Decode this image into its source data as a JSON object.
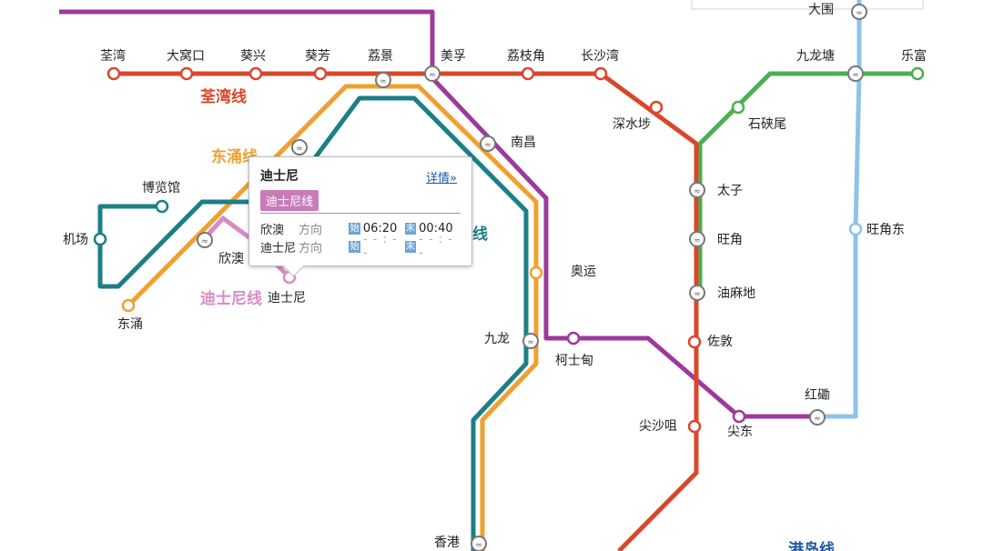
{
  "colors": {
    "tsuen_wan": "#d9472b",
    "kwun_tong": "#4caf50",
    "tung_chung": "#f0a030",
    "airport_express": "#1b7f86",
    "disneyland": "#d98ac6",
    "tseung_kwan_o": "#9c3a9c",
    "east_rail": "#8ec3e8"
  },
  "line_labels": {
    "tsuen_wan": "荃湾线",
    "tung_chung": "东涌线",
    "disneyland": "迪士尼线",
    "airport_express_partial": "线",
    "island_partial": "港岛线"
  },
  "stations": {
    "tsuen_wan": "荃湾",
    "tai_wo_hau": "大窝口",
    "kwai_hing": "葵兴",
    "kwai_fong": "葵芳",
    "lai_king": "荔景",
    "mei_foo": "美孚",
    "lai_chi_kok": "荔枝角",
    "cheung_sha_wan": "长沙湾",
    "sham_shui_po": "深水埗",
    "prince_edward": "太子",
    "mong_kok": "旺角",
    "yau_ma_tei": "油麻地",
    "jordan": "佐敦",
    "tsim_sha_tsui": "尖沙咀",
    "tai_wai": "大围",
    "kowloon_tong": "九龙塘",
    "lok_fu": "乐富",
    "shek_kip_mei": "石硖尾",
    "mong_kok_east": "旺角东",
    "hung_hom": "红磡",
    "east_tsim_sha_tsui": "尖东",
    "nam_cheong": "南昌",
    "olympic": "奥运",
    "kowloon": "九龙",
    "austin": "柯士甸",
    "hong_kong": "香港",
    "airport": "机场",
    "asia_world_expo": "博览馆",
    "tung_chung": "东涌",
    "sunny_bay": "欣澳",
    "disneyland_resort": "迪士尼"
  },
  "popup": {
    "station": "迪士尼",
    "detail_link": "详情»",
    "line_badge": "迪士尼线",
    "rows": [
      {
        "direction": "欣澳",
        "suffix": "方向",
        "first_tag": "始",
        "first": "06:20",
        "last_tag": "末",
        "last": "00:40"
      },
      {
        "direction": "迪士尼",
        "suffix": "方向",
        "first_tag": "始",
        "first": "- - : - -",
        "last_tag": "末",
        "last": "- - : - -"
      }
    ]
  }
}
